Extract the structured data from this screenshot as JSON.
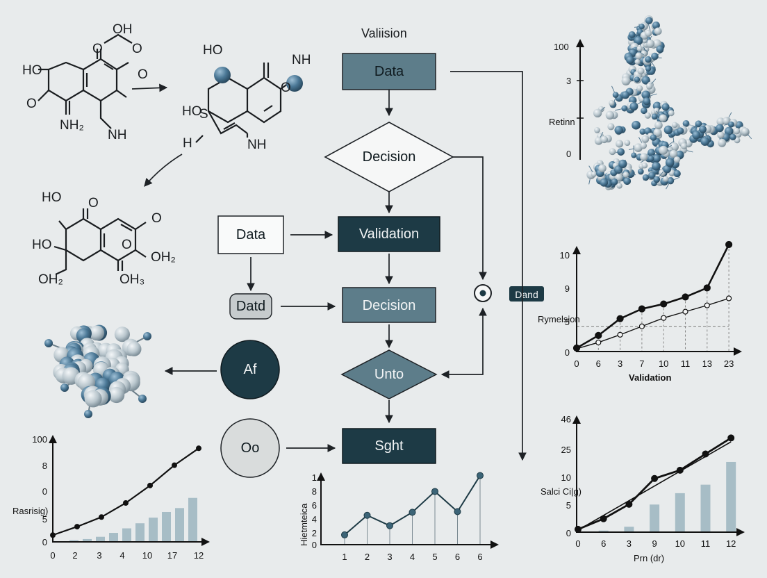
{
  "colors": {
    "background": "#e8ebec",
    "dark_teal": "#1d3a45",
    "mid_slate": "#5d7d8a",
    "light_box": "#f6f7f7",
    "bar_fill": "#a7bdc6",
    "node_light": "#d9dcdc",
    "atom_blue": "#4b7896",
    "atom_light": "#c8d2d8"
  },
  "header": {
    "title": "Valiision"
  },
  "molecules": {
    "m1": {
      "atoms": [
        "OH",
        "O",
        "O",
        "O",
        "HO",
        "O",
        "NH₂",
        "NH"
      ]
    },
    "m2": {
      "atoms": [
        "HO",
        "NH",
        "HO",
        "S",
        "O",
        "H",
        "NH"
      ]
    },
    "m3": {
      "atoms": [
        "HO",
        "O",
        "O",
        "HO",
        "O",
        "OH₂",
        "OH₂",
        "OH₃"
      ]
    }
  },
  "flow": {
    "nodes": [
      {
        "id": "data-top",
        "label": "Data"
      },
      {
        "id": "decision-diamond",
        "label": "Decision"
      },
      {
        "id": "data-left",
        "label": "Data"
      },
      {
        "id": "validation",
        "label": "Validation"
      },
      {
        "id": "datd",
        "label": "Datd"
      },
      {
        "id": "decision-box",
        "label": "Decision"
      },
      {
        "id": "af",
        "label": "Af"
      },
      {
        "id": "unto",
        "label": "Unto"
      },
      {
        "id": "oo",
        "label": "Oo"
      },
      {
        "id": "sght",
        "label": "Sght"
      },
      {
        "id": "dand",
        "label": "Dand"
      }
    ]
  },
  "chart_data": [
    {
      "id": "bottom-left",
      "type": "bar",
      "ylabel": "Rasrisig)",
      "y_ticks": [
        "100",
        "8",
        "0",
        "5",
        "0"
      ],
      "categories": [
        "0",
        "2",
        "3",
        "4",
        "10",
        "17",
        "12"
      ],
      "bars": [
        0.3,
        0.5,
        0.9,
        1.6,
        2.4,
        3.3,
        4.3,
        5.3,
        6.0,
        7.8
      ],
      "line": [
        1.2,
        2.7,
        4.4,
        6.9,
        10.0,
        13.6,
        16.6
      ]
    },
    {
      "id": "bottom-middle",
      "type": "line",
      "ylabel": "Hietmteica",
      "y_ticks": [
        "1",
        "8",
        "6",
        "4",
        "2",
        "0"
      ],
      "x_ticks": [
        "1",
        "2",
        "3",
        "4",
        "5",
        "6",
        "6"
      ],
      "values": [
        1.6,
        4.8,
        3.1,
        5.3,
        8.7,
        5.4,
        11.3
      ]
    },
    {
      "id": "right-middle",
      "type": "line",
      "ylabel": "Rymelsion",
      "xlabel": "Validation",
      "y_ticks": [
        "10",
        "9",
        "5",
        "0"
      ],
      "x_ticks": [
        "0",
        "6",
        "3",
        "7",
        "10",
        "11",
        "13",
        "23"
      ],
      "series": [
        {
          "values": [
            0.5,
            2.3,
            4.7,
            6.1,
            6.8,
            7.8,
            9.1,
            15.3
          ]
        },
        {
          "values": [
            0.4,
            1.3,
            2.4,
            3.6,
            4.8,
            5.7,
            6.6,
            7.6
          ]
        }
      ]
    },
    {
      "id": "bottom-right",
      "type": "bar",
      "ylabel": "Salci Ci|g)",
      "xlabel": "Prn (dr)",
      "y_ticks": [
        "46",
        "25",
        "10",
        "5",
        "0"
      ],
      "x_ticks": [
        "0",
        "6",
        "3",
        "9",
        "10",
        "11",
        "12"
      ],
      "bars": [
        0.6,
        2.1,
        10.7,
        15.1,
        18.4,
        27.2
      ],
      "line": [
        1.1,
        5.2,
        10.8,
        20.8,
        24.0,
        30.3,
        36.5
      ],
      "trend": [
        0.8,
        35.0
      ]
    },
    {
      "id": "top-right",
      "type": "scatter",
      "ylabel": "Retinn",
      "y_ticks": [
        "100",
        "3",
        "0"
      ]
    }
  ]
}
